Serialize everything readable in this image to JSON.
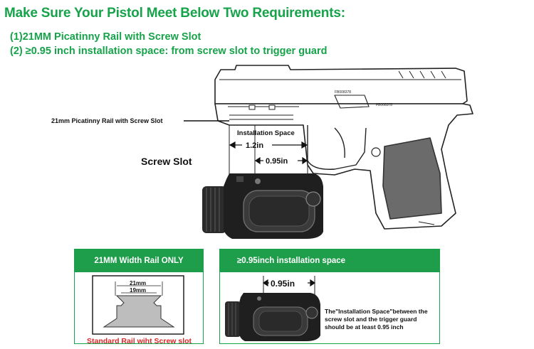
{
  "header": {
    "title": "Make Sure Your Pistol Meet Below Two Requirements:",
    "line1": "(1)21MM Picatinny Rail with Screw Slot",
    "line2": "(2) ≥0.95 inch installation space:  from screw slot to trigger guard"
  },
  "diagram": {
    "rail_label": "21mm Picatinny Rail with Screw Slot",
    "install_label": "Installation Space",
    "dim_12": "1.2in",
    "dim_095": "0.95in",
    "screw_slot_label": "Screw Slot",
    "serial_a": "FB008378",
    "serial_b": "FB008378"
  },
  "box_left": {
    "title": "21MM Width Rail ONLY",
    "dim_21": "21mm",
    "dim_19": "19mm",
    "caption": "Standard Rail wiht Screw slot"
  },
  "box_right": {
    "title": "≥0.95inch installation space",
    "dim": "0.95in",
    "note": "The\"Installation Space\"between the screw slot and the trigger guard should be at least 0.95 inch"
  },
  "colors": {
    "accent_green": "#16a34a",
    "header_green": "#1e9e4a",
    "caption_red": "#dc2626"
  }
}
